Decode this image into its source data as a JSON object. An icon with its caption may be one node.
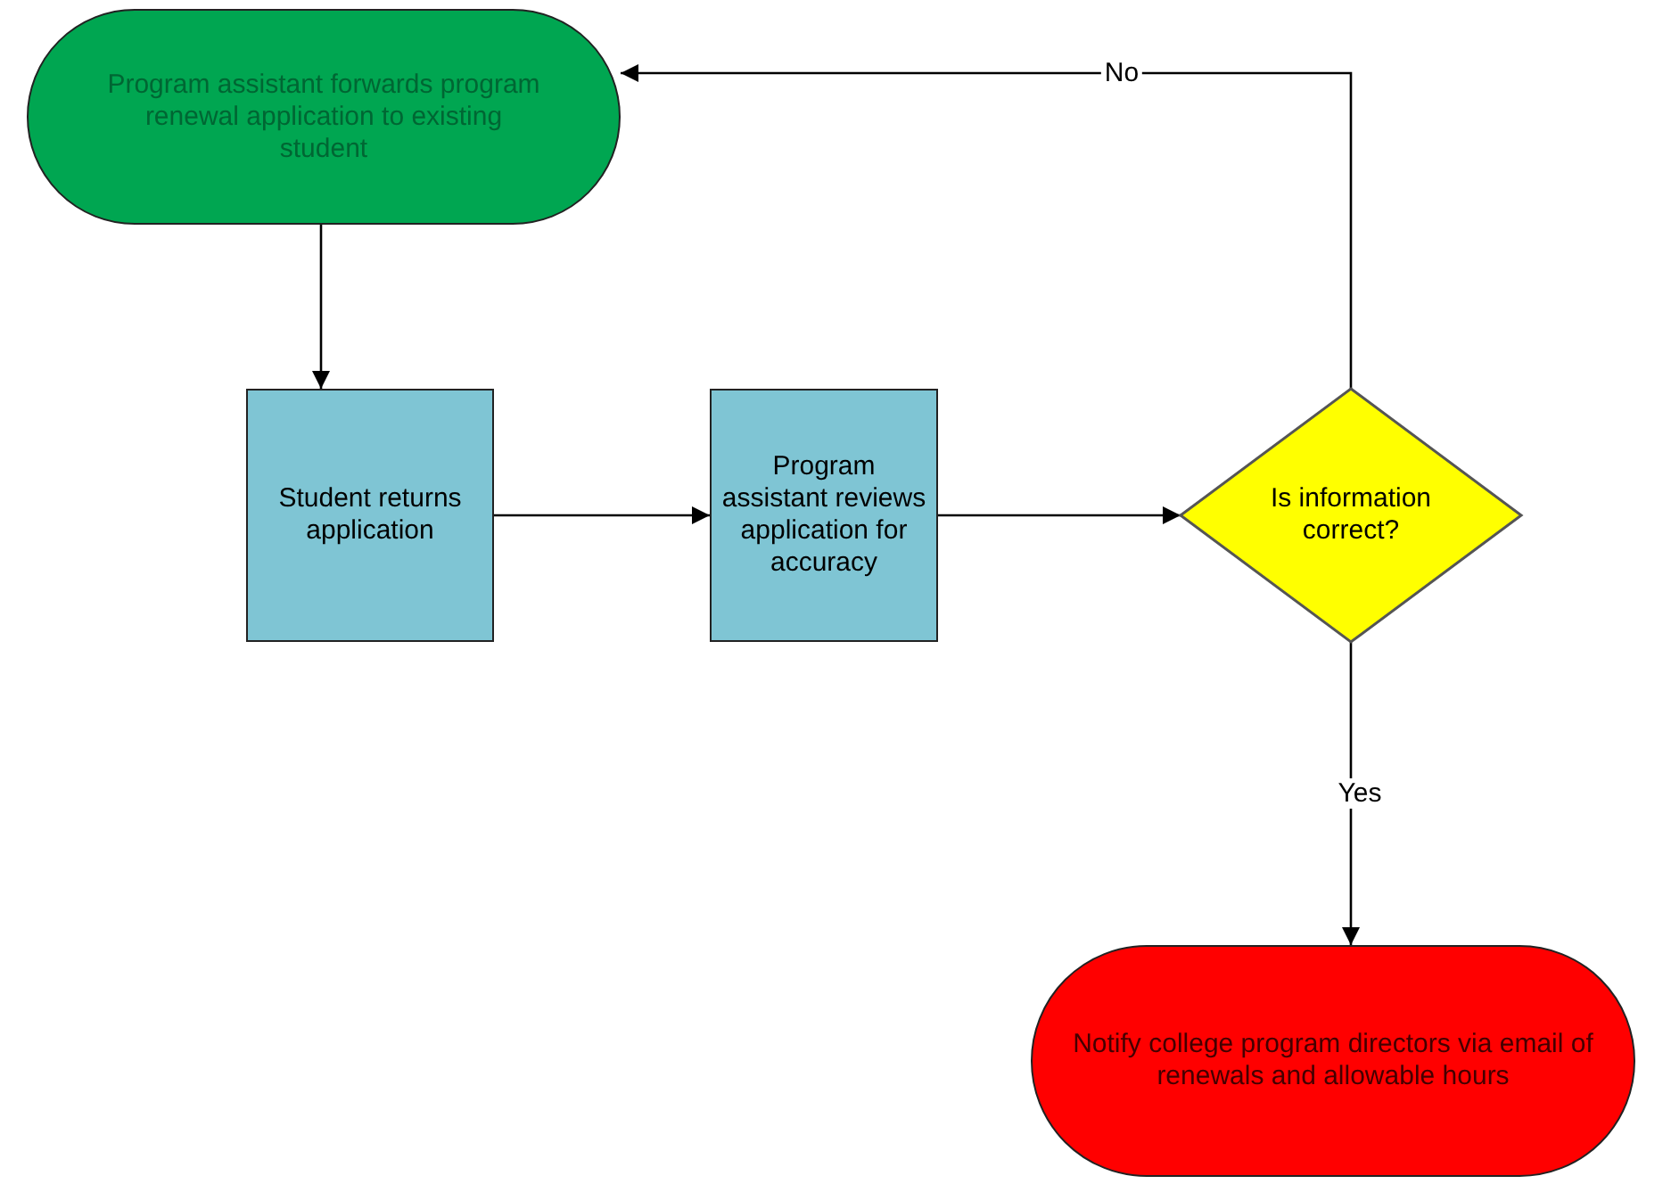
{
  "diagram": {
    "nodes": [
      {
        "text": [
          "Program assistant forwards program renewal application to existing student"
        ]
      },
      {
        "text": [
          "Student returns application"
        ]
      },
      {
        "text": [
          "Program assistant reviews application for accuracy"
        ]
      },
      {
        "text": [
          "Is information correct?"
        ]
      },
      {
        "text": [
          "Notify college program directors via email of renewals and allowable hours"
        ]
      }
    ],
    "edges": [
      {
        "from": 0,
        "to": 1,
        "arrow": "to"
      },
      {
        "from": 1,
        "to": 2,
        "arrow": "to"
      },
      {
        "from": 2,
        "to": 3,
        "arrow": "to"
      },
      {
        "from": 3,
        "to": 0,
        "arrow": "to",
        "label": "No"
      },
      {
        "from": 3,
        "to": 4,
        "arrow": "to",
        "label": "Yes"
      }
    ]
  }
}
